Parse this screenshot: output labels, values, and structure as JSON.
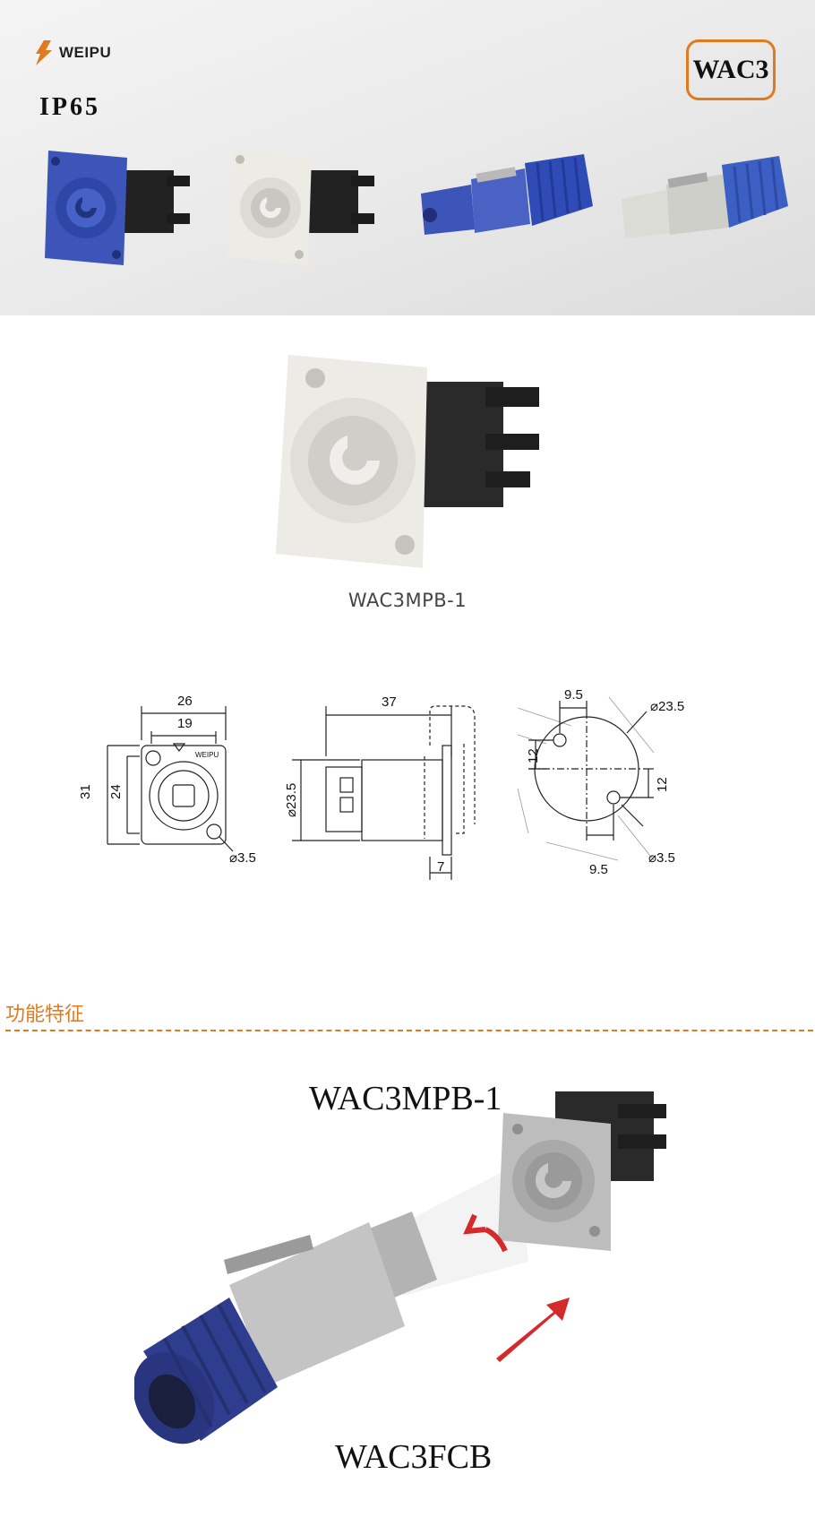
{
  "banner": {
    "brand": "WEIPU",
    "ip_rating": "IP65",
    "model_series": "WAC3"
  },
  "main_product": {
    "caption": "WAC3MPB-1"
  },
  "drawing": {
    "front": {
      "width_outer": "26",
      "width_inner": "19",
      "height_outer": "31",
      "height_inner": "24",
      "hole": "3.5",
      "face_logo": "WEIPU"
    },
    "side": {
      "length": "37",
      "diameter": "23.5",
      "flange": "7"
    },
    "cutout": {
      "top_offset": "9.5",
      "bottom_offset": "9.5",
      "left_offset": "12",
      "right_offset": "12",
      "diameter": "23.5",
      "hole": "3.5"
    }
  },
  "section": {
    "title": "功能特征"
  },
  "feature": {
    "top_label": "WAC3MPB-1",
    "bottom_label": "WAC3FCB"
  },
  "colors": {
    "accent": "#e07a1f",
    "blue": "#3d55b8",
    "white_body": "#ececea",
    "black_body": "#2a2a2a"
  }
}
